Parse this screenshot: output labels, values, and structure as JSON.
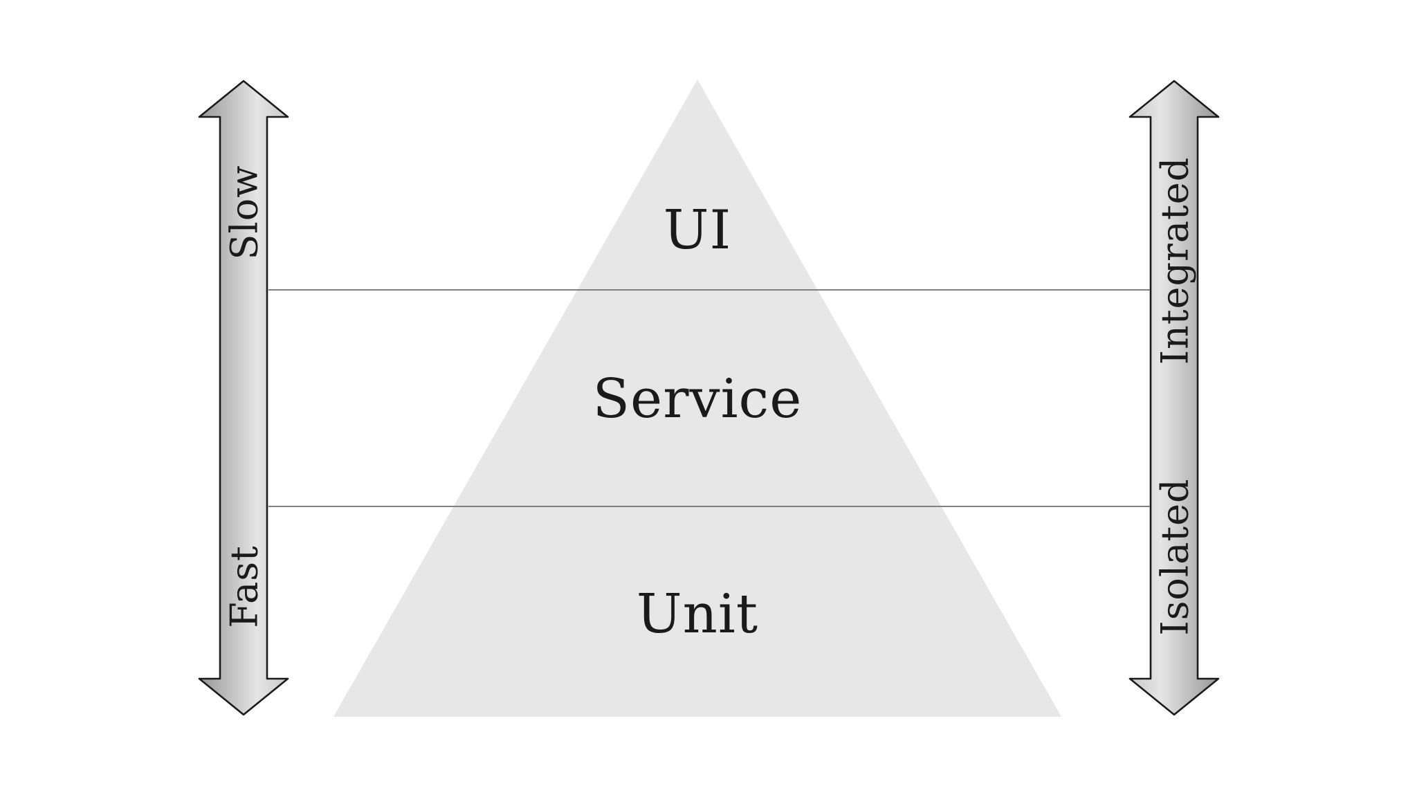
{
  "diagram": {
    "name": "test-pyramid",
    "pyramid": {
      "levels": [
        {
          "label": "UI"
        },
        {
          "label": "Service"
        },
        {
          "label": "Unit"
        }
      ]
    },
    "left_axis": {
      "top_label": "Slow",
      "bottom_label": "Fast"
    },
    "right_axis": {
      "top_label": "Integrated",
      "bottom_label": "Isolated"
    },
    "colors": {
      "background": "#ffffff",
      "pyramid_fill": "#e7e7e7",
      "divider_line": "#808080",
      "arrow_outline": "#1a1a1a",
      "arrow_gradient_dark": "#979797",
      "arrow_gradient_light": "#e5e5e5",
      "arrow_gradient_mid": "#c9c9c9",
      "text": "#1a1a1a"
    }
  }
}
